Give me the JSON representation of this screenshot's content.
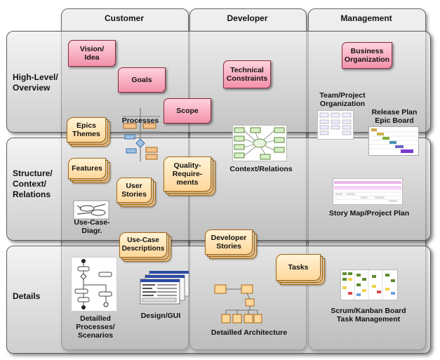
{
  "columns": [
    "Customer",
    "Developer",
    "Management"
  ],
  "rows": [
    {
      "label": "High-Level/\nOverview"
    },
    {
      "label": "Structure/\nContext/\nRelations"
    },
    {
      "label": "Details"
    }
  ],
  "pink_boxes": {
    "vision": "Vision/\nIdea",
    "goals": "Goals",
    "scope": "Scope",
    "technical": "Technical\nConstraints",
    "business": "Business\nOrganization"
  },
  "stacks": {
    "epics": "Epics\nThemes",
    "features": "Features",
    "user_stories": "User\nStories",
    "quality": "Quality-\nRequire-\nments",
    "use_case_desc": "Use-Case\nDescriptions",
    "dev_stories": "Developer\nStories",
    "tasks": "Tasks"
  },
  "labels": {
    "processes": "Processes",
    "use_case_diagr": "Use-Case-\nDiagr.",
    "detailed_processes": "Detailled\nProcesses/\nScenarios",
    "design_gui": "Design/GUI",
    "context_relations": "Context/Relations",
    "detailed_architecture": "Detailled Architecture",
    "team_project": "Team/Project\nOrganization",
    "release_plan": "Release Plan\nEpic Board",
    "story_map": "Story Map/Project Plan",
    "scrum_kanban": "Scrum/Kanban Board\nTask Management"
  },
  "colors": {
    "pink_fill": "#f391ab",
    "sticky_fill": "#ffd79a",
    "panel": "#cfcfcf"
  }
}
